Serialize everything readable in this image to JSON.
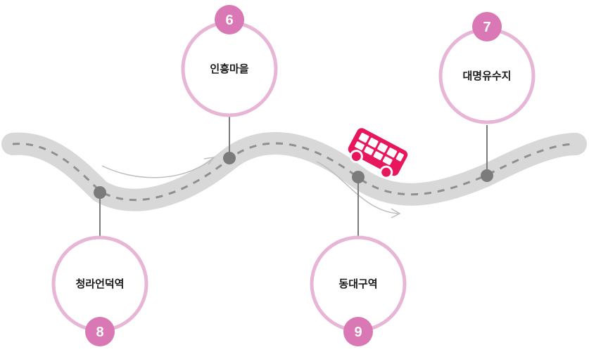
{
  "colors": {
    "road": "#d8d8d8",
    "road_dash": "#8f8f8f",
    "ring": "#e7b6d6",
    "badge": "#d978b5",
    "pin": "#7b7b7b",
    "bus": "#e8175d",
    "arrow": "#bdbdbd"
  },
  "stops": [
    {
      "number": "6",
      "label": "인흥마을"
    },
    {
      "number": "7",
      "label": "대명유수지"
    },
    {
      "number": "8",
      "label": "청라언덕역"
    },
    {
      "number": "9",
      "label": "동대구역"
    }
  ],
  "icons": [
    "bus-icon",
    "direction-arrow-icon"
  ]
}
